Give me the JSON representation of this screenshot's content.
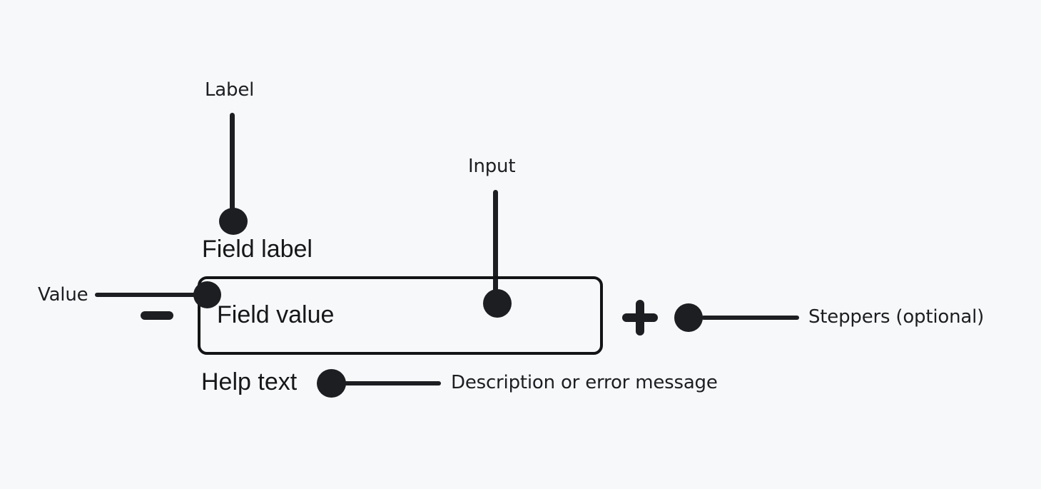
{
  "colors": {
    "background": "#f7f8fa",
    "ink": "#1c1e21"
  },
  "component": {
    "field_label": "Field label",
    "field_value": "Field value",
    "help_text": "Help text"
  },
  "annotations": {
    "label": "Label",
    "input": "Input",
    "value": "Value",
    "steppers": "Steppers (optional)",
    "description": "Description or error message"
  }
}
